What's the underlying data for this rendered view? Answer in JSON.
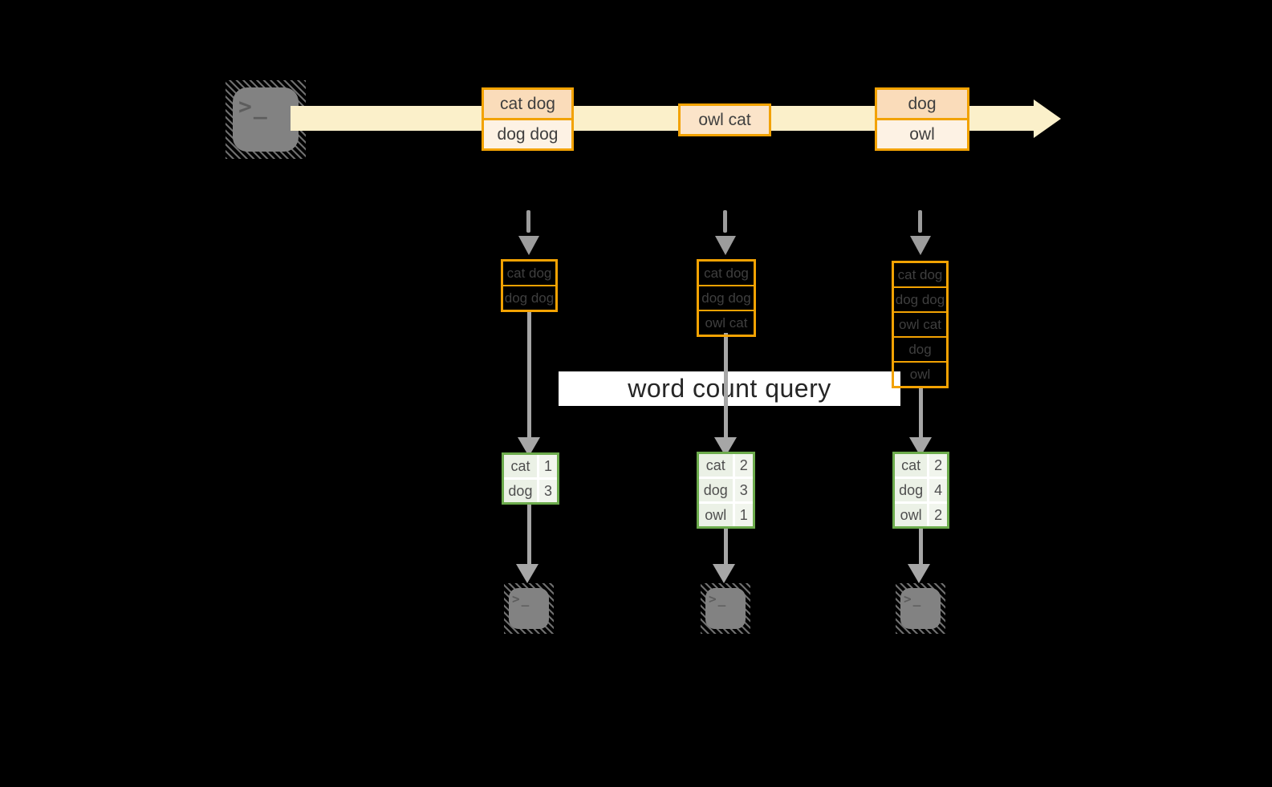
{
  "labels": {
    "query": "word count query",
    "terminal_glyph": ">_"
  },
  "palette": {
    "stream_band": "#FBF0CA",
    "event_border": "#F2A202",
    "event_row_dark": "#FADCBA",
    "event_row_light": "#FDF2E4",
    "table_border": "#6CAB4C",
    "table_cell": "#EBF1E6",
    "arrow_gray": "#A6A6A6",
    "terminal_gray": "#828282"
  },
  "stream": {
    "events": [
      {
        "rows": [
          "cat dog",
          "dog dog"
        ]
      },
      {
        "rows": [
          "owl cat"
        ]
      },
      {
        "rows": [
          "dog",
          "owl"
        ]
      }
    ]
  },
  "columns": [
    {
      "buffer": [
        "cat dog",
        "dog dog"
      ],
      "counts": [
        {
          "word": "cat",
          "count": "1"
        },
        {
          "word": "dog",
          "count": "3"
        }
      ]
    },
    {
      "buffer": [
        "cat dog",
        "dog dog",
        "owl cat"
      ],
      "counts": [
        {
          "word": "cat",
          "count": "2"
        },
        {
          "word": "dog",
          "count": "3"
        },
        {
          "word": "owl",
          "count": "1"
        }
      ]
    },
    {
      "buffer": [
        "cat dog",
        "dog dog",
        "owl cat",
        "dog",
        "owl"
      ],
      "counts": [
        {
          "word": "cat",
          "count": "2"
        },
        {
          "word": "dog",
          "count": "4"
        },
        {
          "word": "owl",
          "count": "2"
        }
      ]
    }
  ]
}
